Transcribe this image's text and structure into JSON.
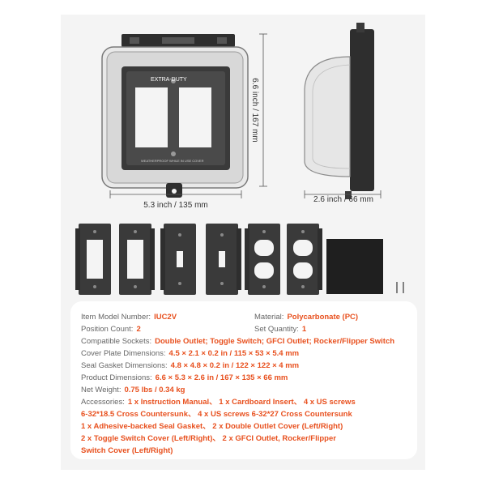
{
  "dimensions": {
    "height": "6.6 inch / 167 mm",
    "width": "5.3 inch / 135 mm",
    "depth": "2.6 inch / 66 mm"
  },
  "product_label": "EXTRA-DUTY",
  "cover_small_text": "WEATHERPROOF WHILE IN USE COVER",
  "specs": [
    {
      "label": "Item Model Number:",
      "value": "IUC2V"
    },
    {
      "label": "Material:",
      "value": "Polycarbonate (PC)"
    },
    {
      "label": "Position Count:",
      "value": "2"
    },
    {
      "label": "Set Quantity:",
      "value": "1"
    },
    {
      "label": "Compatible Sockets:",
      "value": "Double Outlet; Toggle Switch; GFCI Outlet; Rocker/Flipper Switch"
    },
    {
      "label": "Cover Plate Dimensions:",
      "value": "4.5 × 2.1 × 0.2 in / 115 × 53 × 5.4 mm"
    },
    {
      "label": "Seal Gasket Dimensions:",
      "value": "4.8 × 4.8 × 0.2 in / 122 × 122 × 4 mm"
    },
    {
      "label": "Product Dimensions:",
      "value": "6.6 × 5.3 × 2.6 in / 167 × 135 × 66 mm"
    },
    {
      "label": "Net Weight:",
      "value": "0.75 lbs / 0.34 kg"
    },
    {
      "label": "Accessories:",
      "value": "1 x Instruction Manual、 1 x Cardboard Insert、 4 x US screws"
    }
  ],
  "accessories_continued": [
    "6-32*18.5 Cross Countersunk、 4 x US screws 6-32*27 Cross Countersunk",
    "1 x Adhesive-backed Seal Gasket、 2 x Double Outlet Cover (Left/Right)",
    "2 x Toggle Switch Cover (Left/Right)、 2 x GFCI Outlet, Rocker/Flipper",
    "Switch Cover (Left/Right)"
  ],
  "colors": {
    "accent": "#e8501e",
    "label": "#666666",
    "panel_bg": "#f4f4f4",
    "plate": "#3a3a3a"
  }
}
